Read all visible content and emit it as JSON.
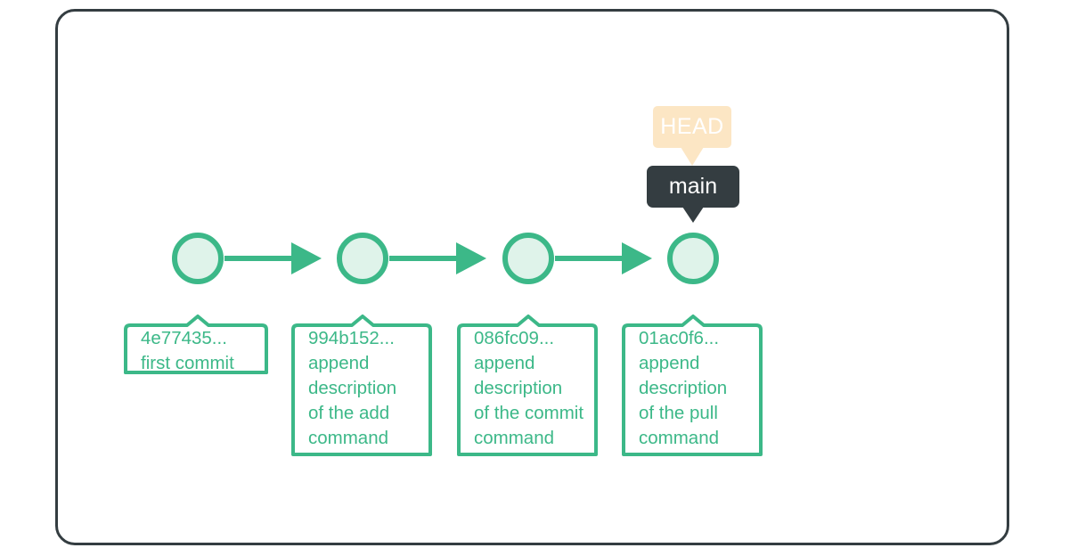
{
  "theme": {
    "accent_green": "#3cb888",
    "circle_fill": "#dff3ea",
    "head_bg": "#fce6c4",
    "branch_bg": "#343d41",
    "frame_border": "#343d41",
    "badge_text": "#ffffff",
    "page_bg": "#ffffff"
  },
  "refs": {
    "head_label": "HEAD",
    "branch_label": "main"
  },
  "commits": [
    {
      "hash": "4e77435...",
      "message": "first commit",
      "lines": [
        "4e77435...",
        "first commit"
      ]
    },
    {
      "hash": "994b152...",
      "message": "append description of the add command",
      "lines": [
        "994b152...",
        "append",
        "description",
        "of the add",
        "command"
      ]
    },
    {
      "hash": "086fc09...",
      "message": "append description of the commit command",
      "lines": [
        "086fc09...",
        "append",
        "description",
        "of the commit",
        "command"
      ]
    },
    {
      "hash": "01ac0f6...",
      "message": "append description of the pull command",
      "lines": [
        "01ac0f6...",
        "append",
        "description",
        "of the pull",
        "command"
      ]
    }
  ],
  "graph": {
    "node_count": 4,
    "arrow_count": 3,
    "node_labels": [
      "commit-node-1",
      "commit-node-2",
      "commit-node-3",
      "commit-node-4"
    ],
    "head_points_to": "main",
    "branch_points_to": "01ac0f6..."
  },
  "text_blocks": {
    "commit_1": "4e77435...\nfirst commit",
    "commit_2": "994b152...\nappend\ndescription\nof the add\ncommand",
    "commit_3": "086fc09...\nappend\ndescription\nof the commit\ncommand",
    "commit_4": "01ac0f6...\nappend\ndescription\nof the pull\ncommand"
  }
}
